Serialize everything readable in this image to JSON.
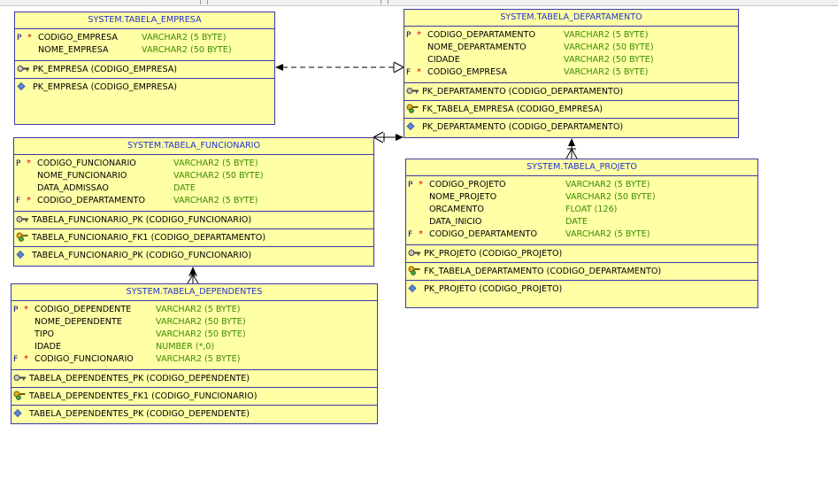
{
  "entities": {
    "empresa": {
      "title": "SYSTEM.TABELA_EMPRESA",
      "columns": [
        {
          "pf": "P",
          "req": "*",
          "name": "CODIGO_EMPRESA",
          "type": "VARCHAR2 (5 BYTE)"
        },
        {
          "pf": "",
          "req": "",
          "name": "NOME_EMPRESA",
          "type": "VARCHAR2 (50 BYTE)"
        }
      ],
      "pk": "PK_EMPRESA (CODIGO_EMPRESA)",
      "index": "PK_EMPRESA (CODIGO_EMPRESA)"
    },
    "departamento": {
      "title": "SYSTEM.TABELA_DEPARTAMENTO",
      "columns": [
        {
          "pf": "P",
          "req": "*",
          "name": "CODIGO_DEPARTAMENTO",
          "type": "VARCHAR2 (5 BYTE)"
        },
        {
          "pf": "",
          "req": "",
          "name": "NOME_DEPARTAMENTO",
          "type": "VARCHAR2 (50 BYTE)"
        },
        {
          "pf": "",
          "req": "",
          "name": "CIDADE",
          "type": "VARCHAR2 (50 BYTE)"
        },
        {
          "pf": "F",
          "req": "*",
          "name": "CODIGO_EMPRESA",
          "type": "VARCHAR2 (5 BYTE)"
        }
      ],
      "pk": "PK_DEPARTAMENTO (CODIGO_DEPARTAMENTO)",
      "fk": "FK_TABELA_EMPRESA (CODIGO_EMPRESA)",
      "index": "PK_DEPARTAMENTO (CODIGO_DEPARTAMENTO)"
    },
    "funcionario": {
      "title": "SYSTEM.TABELA_FUNCIONARIO",
      "columns": [
        {
          "pf": "P",
          "req": "*",
          "name": "CODIGO_FUNCIONARIO",
          "type": "VARCHAR2 (5 BYTE)"
        },
        {
          "pf": "",
          "req": "",
          "name": "NOME_FUNCIONARIO",
          "type": "VARCHAR2 (50 BYTE)"
        },
        {
          "pf": "",
          "req": "",
          "name": "DATA_ADMISSAO",
          "type": "DATE"
        },
        {
          "pf": "F",
          "req": "*",
          "name": "CODIGO_DEPARTAMENTO",
          "type": "VARCHAR2 (5 BYTE)"
        }
      ],
      "pk": "TABELA_FUNCIONARIO_PK (CODIGO_FUNCIONARIO)",
      "fk": "TABELA_FUNCIONARIO_FK1 (CODIGO_DEPARTAMENTO)",
      "index": "TABELA_FUNCIONARIO_PK (CODIGO_FUNCIONARIO)"
    },
    "projeto": {
      "title": "SYSTEM.TABELA_PROJETO",
      "columns": [
        {
          "pf": "P",
          "req": "*",
          "name": "CODIGO_PROJETO",
          "type": "VARCHAR2 (5 BYTE)"
        },
        {
          "pf": "",
          "req": "",
          "name": "NOME_PROJETO",
          "type": "VARCHAR2 (50 BYTE)"
        },
        {
          "pf": "",
          "req": "",
          "name": "ORCAMENTO",
          "type": "FLOAT (126)"
        },
        {
          "pf": "",
          "req": "",
          "name": "DATA_INICIO",
          "type": "DATE"
        },
        {
          "pf": "F",
          "req": "*",
          "name": "CODIGO_DEPARTAMENTO",
          "type": "VARCHAR2 (5 BYTE)"
        }
      ],
      "pk": "PK_PROJETO (CODIGO_PROJETO)",
      "fk": "FK_TABELA_DEPARTAMENTO (CODIGO_DEPARTAMENTO)",
      "index": "PK_PROJETO (CODIGO_PROJETO)"
    },
    "dependentes": {
      "title": "SYSTEM.TABELA_DEPENDENTES",
      "columns": [
        {
          "pf": "P",
          "req": "*",
          "name": "CODIGO_DEPENDENTE",
          "type": "VARCHAR2 (5 BYTE)"
        },
        {
          "pf": "",
          "req": "",
          "name": "NOME_DEPENDENTE",
          "type": "VARCHAR2 (50 BYTE)"
        },
        {
          "pf": "",
          "req": "",
          "name": "TIPO",
          "type": "VARCHAR2 (50 BYTE)"
        },
        {
          "pf": "",
          "req": "",
          "name": "IDADE",
          "type": "NUMBER (*,0)"
        },
        {
          "pf": "F",
          "req": "*",
          "name": "CODIGO_FUNCIONARIO",
          "type": "VARCHAR2 (5 BYTE)"
        }
      ],
      "pk": "TABELA_DEPENDENTES_PK (CODIGO_DEPENDENTE)",
      "fk": "TABELA_DEPENDENTES_FK1 (CODIGO_FUNCIONARIO)",
      "index": "TABELA_DEPENDENTES_PK (CODIGO_DEPENDENTE)"
    }
  },
  "colors": {
    "entity_fill": "#ffffa6",
    "border": "#3a3aa8",
    "title": "#2233cc",
    "type": "#3c8c00",
    "required": "#e00000"
  }
}
